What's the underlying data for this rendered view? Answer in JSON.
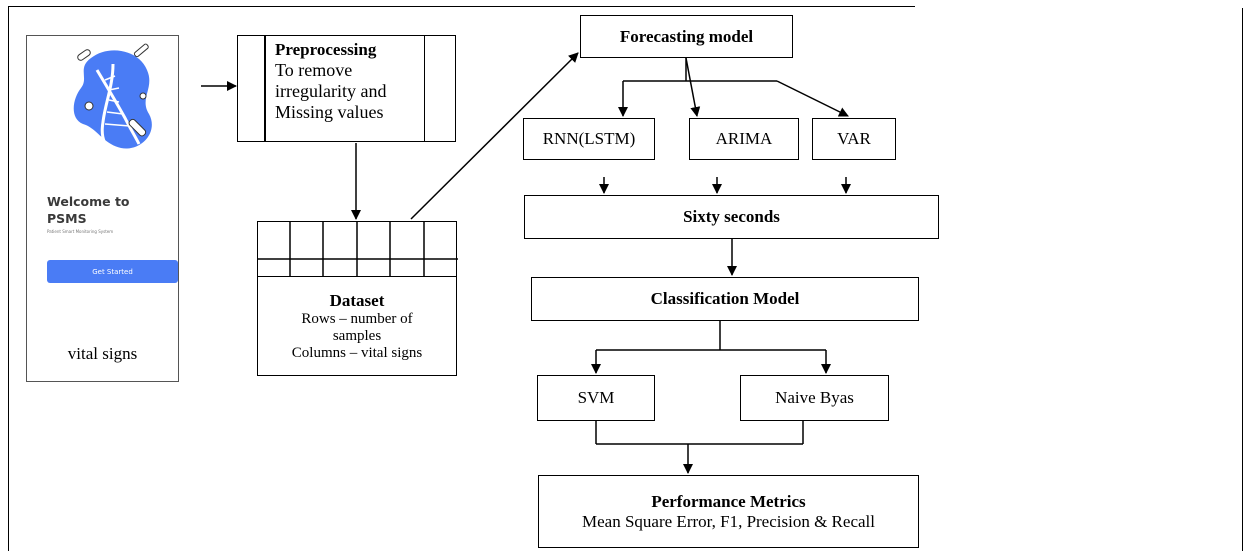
{
  "phone": {
    "welcome_line1": "Welcome to",
    "welcome_line2": "PSMS",
    "subtitle": "Patient Smart Monitoring System",
    "button_label": "Get Started",
    "caption": "vital signs"
  },
  "preprocessing": {
    "title": "Preprocessing",
    "line1": "To remove",
    "line2": "irregularity and",
    "line3": "Missing values"
  },
  "dataset": {
    "title": "Dataset",
    "line1": "Rows – number of",
    "line2": "samples",
    "line3": "Columns – vital signs"
  },
  "forecasting": {
    "title": "Forecasting model"
  },
  "models": {
    "rnn": "RNN(LSTM)",
    "arima": "ARIMA",
    "var": "VAR"
  },
  "sixty": {
    "title": "Sixty seconds"
  },
  "classification": {
    "title": "Classification Model"
  },
  "classifiers": {
    "svm": "SVM",
    "nb": "Naive Byas"
  },
  "performance": {
    "title": "Performance Metrics",
    "line1": "Mean Square Error, F1, Precision & Recall"
  },
  "colors": {
    "button": "#4a7cf5",
    "illustration_blob": "#4a7cf5"
  }
}
